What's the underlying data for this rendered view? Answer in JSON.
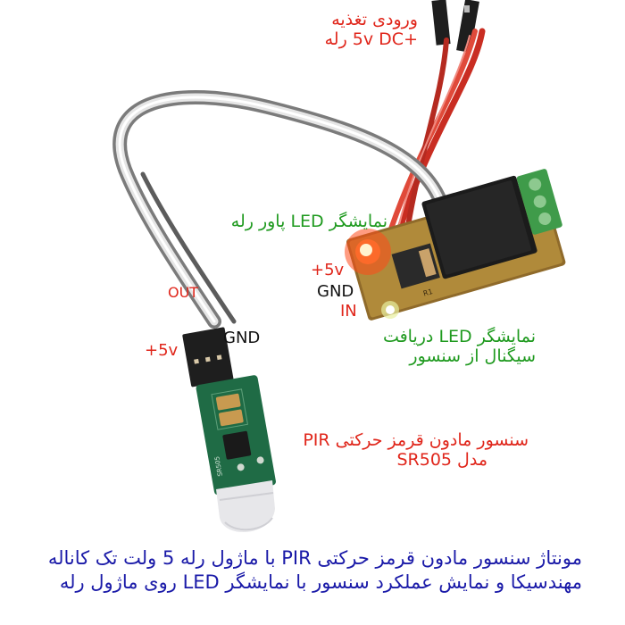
{
  "colors": {
    "power_label": "#e0261b",
    "led_label": "#1f9a1f",
    "pin_black": "#111111",
    "caption": "#1a1aa8",
    "pcb_green": "#1f6b45",
    "relay_black": "#1b1b1b",
    "terminal_green": "#3f9b4a",
    "wire_gray": "#9a9a9a",
    "wire_red": "#d8362a"
  },
  "labels": {
    "relay_power_input": {
      "line1": "ورودی تغذیه",
      "line2": "+5v DC رله"
    },
    "relay_power_led": "نمایشگر LED پاور رله",
    "relay_pins": {
      "vcc": "+5v",
      "gnd": "GND",
      "in": "IN"
    },
    "signal_led": {
      "line1": "نمایشگر LED دریافت",
      "line2": "سیگنال از سنسور"
    },
    "sensor_pins": {
      "out": "OUT",
      "vcc": "+5v",
      "gnd": "GND"
    },
    "sensor_name": {
      "line1": "سنسور مادون قرمز حرکتی PIR",
      "line2": "مدل SR505"
    }
  },
  "caption": {
    "line1": "مونتاژ سنسور مادون قرمز حرکتی PIR با ماژول رله 5 ولت تک کاناله",
    "line2": "مهندسیکا و نمایش عملکرد سنسور با نمایشگر LED روی ماژول رله"
  },
  "components": {
    "sensor_board_marking": "SR505",
    "relay_board_marking": "R1"
  }
}
